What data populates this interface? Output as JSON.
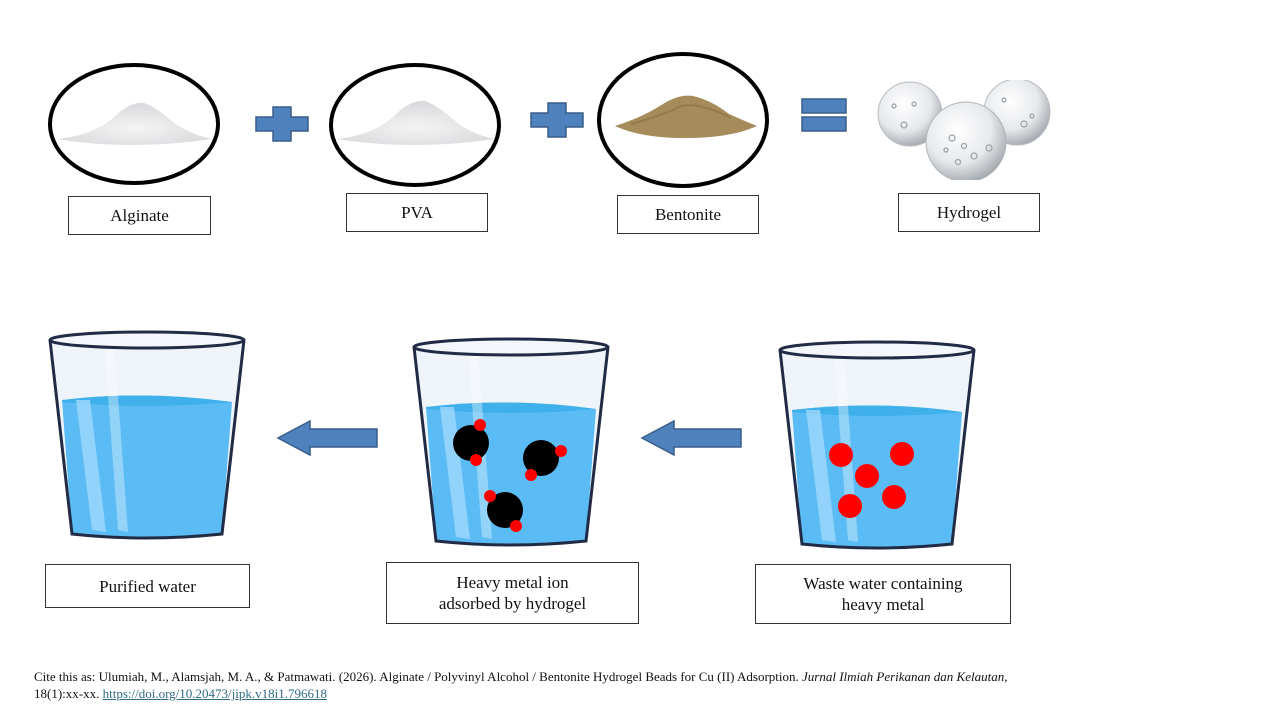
{
  "top_row": {
    "ingredients": [
      {
        "label": "Alginate",
        "material": "white-powder"
      },
      {
        "label": "PVA",
        "material": "white-powder"
      },
      {
        "label": "Bentonite",
        "material": "brown-powder"
      }
    ],
    "operators": [
      "plus-icon",
      "plus-icon",
      "equals-icon"
    ],
    "result": {
      "label": "Hydrogel",
      "material": "hydrogel-beads"
    }
  },
  "bottom_row": {
    "stages": [
      {
        "label": "Purified water",
        "contents": "clean-water"
      },
      {
        "label_lines": [
          "Heavy metal ion",
          "adsorbed by hydrogel"
        ],
        "contents": "beads-with-ions"
      },
      {
        "label_lines": [
          "Waste water containing",
          "heavy metal"
        ],
        "contents": "water-with-ions"
      }
    ],
    "flow_direction": "right-to-left"
  },
  "colors": {
    "operator_blue": "#4f81bd",
    "operator_border": "#385d8a",
    "water_blue": "#5bbcf5",
    "ion_red": "#ff0000",
    "bead_black": "#000000",
    "bentonite_brown": "#a68b5b",
    "link_color": "#2e6b84"
  },
  "citation": {
    "prefix": "Cite this as: Ulumiah, M., Alamsjah, M. A., & Patmawati. (2026). Alginate /  Polyvinyl Alcohol / Bentonite Hydrogel Beads for Cu (II) Adsorption. ",
    "journal": "Jurnal Ilmiah Perikanan dan Kelautan",
    "volume": ", 18(1):xx-xx. ",
    "doi": "https://doi.org/10.20473/jipk.v18i1.796618"
  }
}
